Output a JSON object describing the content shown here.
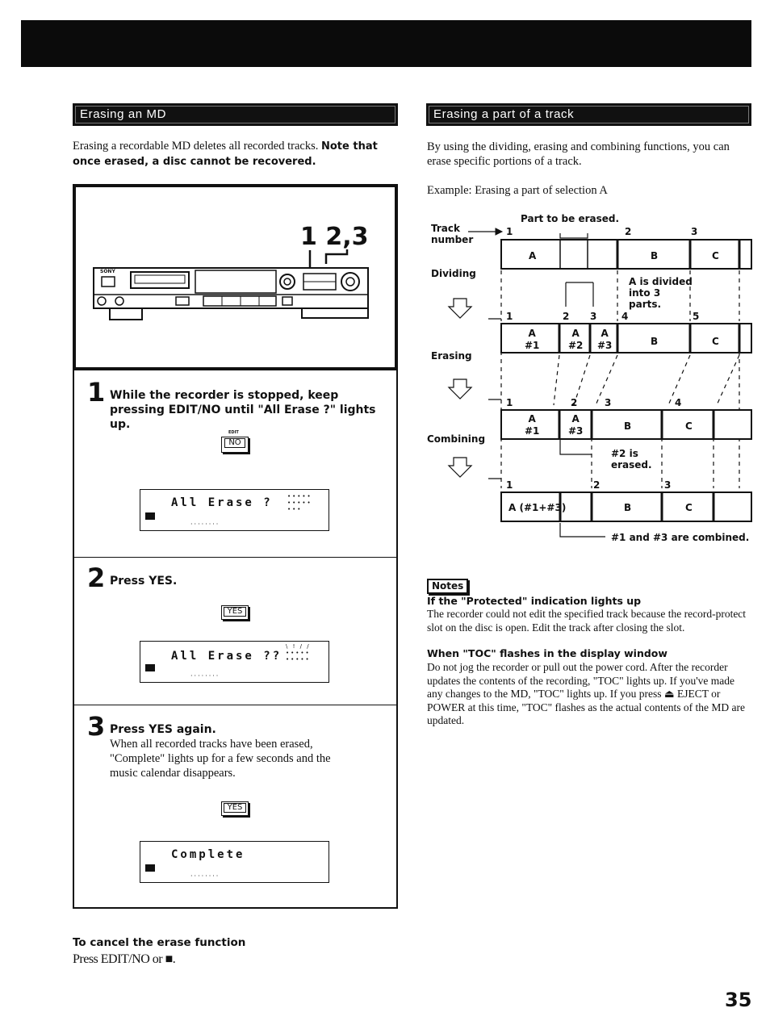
{
  "page_number": "35",
  "left": {
    "heading": "Erasing an MD",
    "intro_plain": "Erasing a recordable MD deletes all recorded tracks.",
    "intro_bold": "Note that once erased, a disc cannot be recovered.",
    "device_callout": "1 2,3",
    "device_brand": "SONY",
    "steps": [
      {
        "number": "1",
        "title": "While the recorder is stopped, keep pressing EDIT/NO until \"All Erase ?\" lights up.",
        "button_top": "EDIT",
        "button": "NO",
        "display_text": "All Erase ?"
      },
      {
        "number": "2",
        "title": "Press YES.",
        "button": "YES",
        "display_text": "All Erase ??"
      },
      {
        "number": "3",
        "title": "Press YES again.",
        "body": "When all recorded tracks have been erased, \"Complete\" lights up for a few seconds and the music calendar disappears.",
        "button": "YES",
        "display_text": "Complete"
      }
    ],
    "cancel_heading": "To cancel the erase function",
    "cancel_text": "Press EDIT/NO or ■."
  },
  "right": {
    "heading": "Erasing a part of a track",
    "intro": "By using the dividing, erasing and combining functions, you can erase specific portions of a track.",
    "example": "Example:  Erasing a part of selection A",
    "diagram": {
      "part_label": "Part to be erased.",
      "track_number_label": "Track number",
      "stage_labels": [
        "Dividing",
        "Erasing",
        "Combining"
      ],
      "row1": {
        "numbers": [
          "1",
          "2",
          "3"
        ],
        "cells": [
          "A",
          "B",
          "C"
        ]
      },
      "divided_note": "A is divided into 3 parts.",
      "row2": {
        "numbers": [
          "1",
          "2",
          "3",
          "4",
          "5"
        ],
        "cells": [
          "A\n#1",
          "A\n#2",
          "A\n#3",
          "B",
          "C"
        ]
      },
      "row3": {
        "numbers": [
          "1",
          "2",
          "3",
          "4"
        ],
        "cells": [
          "A\n#1",
          "A\n#3",
          "B",
          "C"
        ]
      },
      "erased_note": "#2 is erased.",
      "row4": {
        "numbers": [
          "1",
          "2",
          "3"
        ],
        "cells": [
          "A (#1+#3)",
          "B",
          "C"
        ]
      },
      "combined_note": "#1 and #3 are combined."
    },
    "notes_badge": "Notes",
    "notes": [
      {
        "heading": "If the \"Protected\" indication lights up",
        "text": "The recorder could not edit the specified track because the record-protect slot on the disc is open. Edit the track after closing the slot."
      },
      {
        "heading": "When \"TOC\" flashes in the display window",
        "text": "Do not jog the recorder or pull out the power cord. After the recorder updates the contents of the recording, \"TOC\" lights up. If you've made any changes to the MD, \"TOC\" lights up. If you press ⏏ EJECT or POWER at this time, \"TOC\" flashes as the actual contents of the MD are updated."
      }
    ]
  }
}
